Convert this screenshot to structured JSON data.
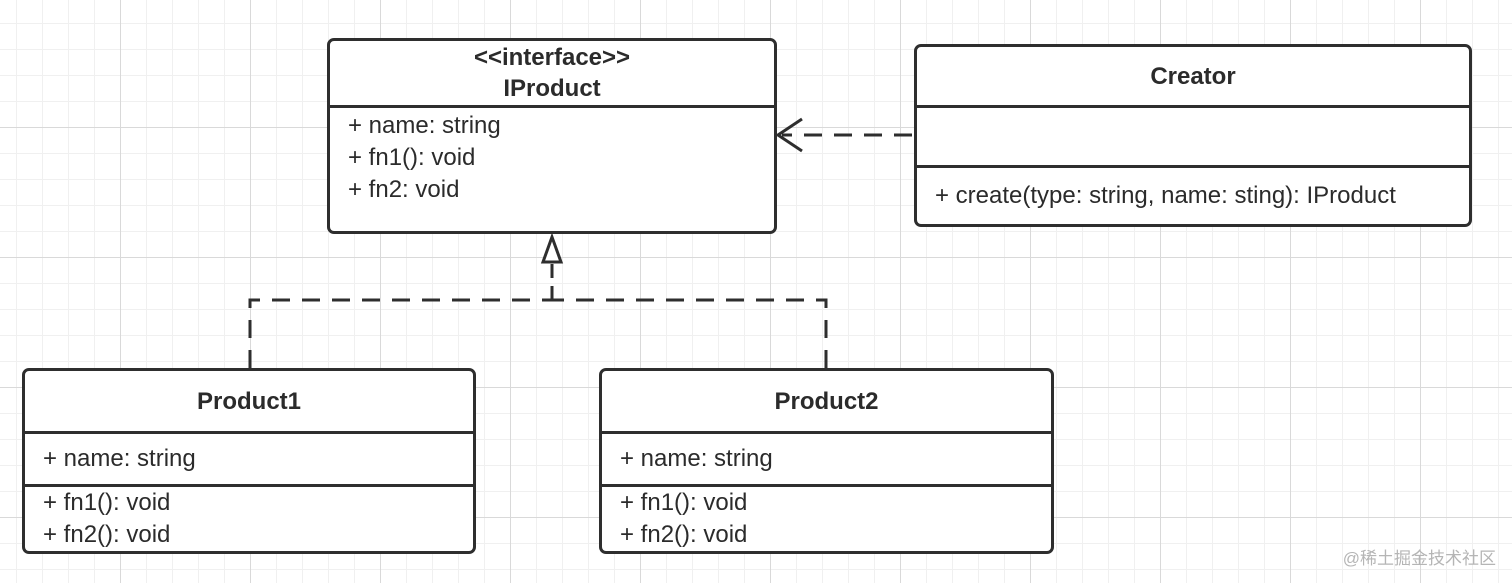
{
  "classes": {
    "iproduct": {
      "stereotype": "<<interface>>",
      "name": "IProduct",
      "attributes": [
        "+ name: string",
        "+ fn1(): void",
        "+ fn2: void"
      ]
    },
    "creator": {
      "name": "Creator",
      "attributes": [],
      "methods": [
        "+ create(type: string, name: sting): IProduct"
      ]
    },
    "product1": {
      "name": "Product1",
      "attributes": [
        "+ name: string"
      ],
      "methods": [
        "+ fn1(): void",
        "+ fn2(): void"
      ]
    },
    "product2": {
      "name": "Product2",
      "attributes": [
        "+ name: string"
      ],
      "methods": [
        "+ fn1(): void",
        "+ fn2(): void"
      ]
    }
  },
  "relations": [
    {
      "type": "dependency",
      "from": "Creator",
      "to": "IProduct"
    },
    {
      "type": "realization",
      "from": "Product1",
      "to": "IProduct"
    },
    {
      "type": "realization",
      "from": "Product2",
      "to": "IProduct"
    }
  ],
  "watermark": "@稀土掘金技术社区",
  "colors": {
    "line": "#2e2e2e",
    "background": "#ffffff",
    "grid": "#d9d9d9"
  }
}
